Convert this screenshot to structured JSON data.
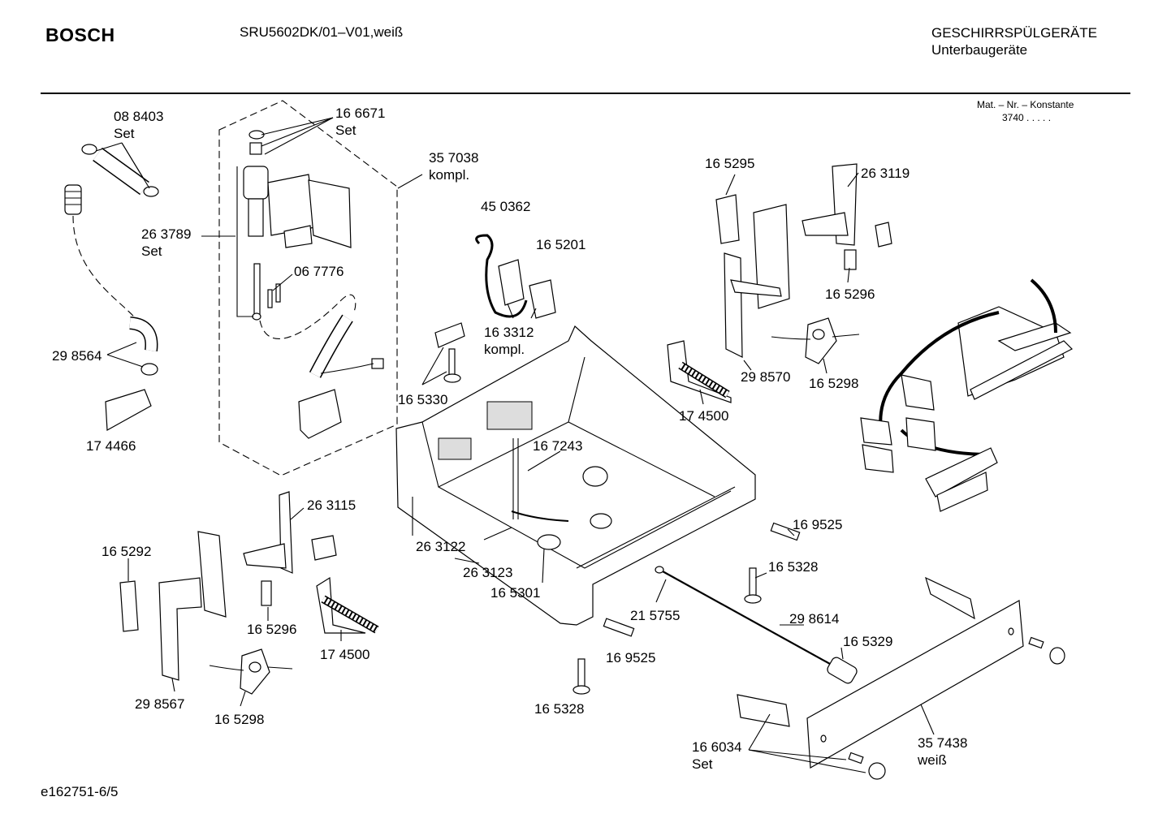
{
  "header": {
    "brand": "BOSCH",
    "model": "SRU5602DK/01–V01,weiß",
    "category": "GESCHIRRSPÜLGERÄTE",
    "subcategory": "Unterbaugeräte",
    "mat_label": "Mat. – Nr. – Konstante",
    "mat_value": "3740  .   .   .   .   ."
  },
  "footer": {
    "code": "e162751-6/5"
  },
  "parts": [
    {
      "id": "p01",
      "lines": [
        "08 8403",
        "Set"
      ]
    },
    {
      "id": "p02",
      "lines": [
        "16 6671",
        "Set"
      ]
    },
    {
      "id": "p03",
      "lines": [
        "35 7038",
        "kompl."
      ]
    },
    {
      "id": "p04",
      "lines": [
        "26 3789",
        "Set"
      ]
    },
    {
      "id": "p05",
      "lines": [
        "06 7776"
      ]
    },
    {
      "id": "p06",
      "lines": [
        "29 8564"
      ]
    },
    {
      "id": "p07",
      "lines": [
        "17 4466"
      ]
    },
    {
      "id": "p08",
      "lines": [
        "45 0362"
      ]
    },
    {
      "id": "p09",
      "lines": [
        "16 5201"
      ]
    },
    {
      "id": "p10",
      "lines": [
        "16 3312",
        "kompl."
      ]
    },
    {
      "id": "p11",
      "lines": [
        "16 5330"
      ]
    },
    {
      "id": "p12",
      "lines": [
        "16 5295"
      ]
    },
    {
      "id": "p13",
      "lines": [
        "26 3119"
      ]
    },
    {
      "id": "p14",
      "lines": [
        "16 5296"
      ]
    },
    {
      "id": "p15",
      "lines": [
        "29 8570"
      ]
    },
    {
      "id": "p16",
      "lines": [
        "16 5298"
      ]
    },
    {
      "id": "p17",
      "lines": [
        "17 4500"
      ]
    },
    {
      "id": "p18",
      "lines": [
        "16 7243"
      ]
    },
    {
      "id": "p19",
      "lines": [
        "26 3115"
      ]
    },
    {
      "id": "p20",
      "lines": [
        "16 5292"
      ]
    },
    {
      "id": "p21",
      "lines": [
        "26 3122"
      ]
    },
    {
      "id": "p22",
      "lines": [
        "26 3123"
      ]
    },
    {
      "id": "p23",
      "lines": [
        "16 5301"
      ]
    },
    {
      "id": "p24",
      "lines": [
        "16 9525"
      ]
    },
    {
      "id": "p25",
      "lines": [
        "16 5328"
      ]
    },
    {
      "id": "p26",
      "lines": [
        "16 5296"
      ]
    },
    {
      "id": "p27",
      "lines": [
        "17 4500"
      ]
    },
    {
      "id": "p28",
      "lines": [
        "21 5755"
      ]
    },
    {
      "id": "p29",
      "lines": [
        "29 8614"
      ]
    },
    {
      "id": "p30",
      "lines": [
        "16 5329"
      ]
    },
    {
      "id": "p31",
      "lines": [
        "16 9525"
      ]
    },
    {
      "id": "p32",
      "lines": [
        "29 8567"
      ]
    },
    {
      "id": "p33",
      "lines": [
        "16 5298"
      ]
    },
    {
      "id": "p34",
      "lines": [
        "16 5328"
      ]
    },
    {
      "id": "p35",
      "lines": [
        "16 6034",
        "Set"
      ]
    },
    {
      "id": "p36",
      "lines": [
        "35 7438",
        "weiß"
      ]
    }
  ]
}
